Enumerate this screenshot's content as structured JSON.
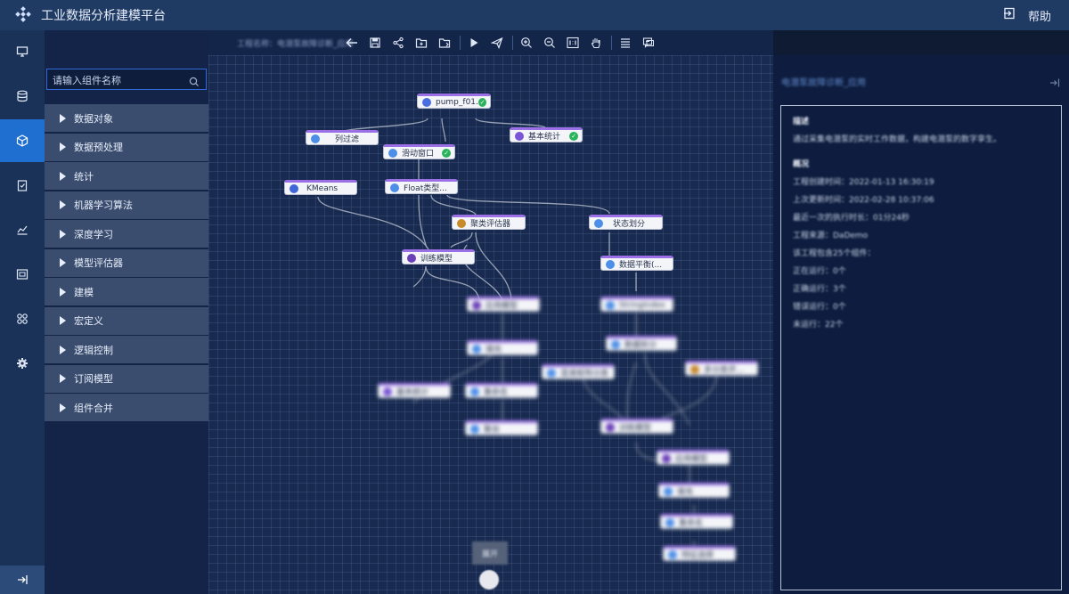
{
  "app": {
    "title": "工业数据分析建模平台",
    "help_label": "帮助"
  },
  "search": {
    "placeholder": "请输入组件名称"
  },
  "categories": [
    "数据对象",
    "数据预处理",
    "统计",
    "机器学习算法",
    "深度学习",
    "模型评估器",
    "建模",
    "宏定义",
    "逻辑控制",
    "订阅模型",
    "组件合并"
  ],
  "toolbar": {
    "project_label": "工程名称：电潜泵故障诊断_应用"
  },
  "nodes": {
    "pump": "pump_f01...",
    "col_filter": "列过滤",
    "sliding_window": "滑动窗口",
    "basic_stats": "基本统计",
    "kmeans": "KMeans",
    "float_type": "Float类型...",
    "cluster_eval": "聚类评估器",
    "state_split": "状态划分",
    "train_model": "训练模型",
    "data_balance": "数据平衡(..."
  },
  "blurred_nodes": [
    "应用模型",
    "填充",
    "基本统计",
    "重命名",
    "聚合",
    "StringIndex",
    "数据拆分",
    "混淆矩阵分类",
    "多分类评...",
    "训练模型",
    "应用模型",
    "填充",
    "重命名",
    "特征选择"
  ],
  "canvas": {
    "expand_label": "展开"
  },
  "right_panel": {
    "title": "电潜泵故障诊断_应用",
    "desc_head": "描述",
    "desc": "通过采集电潜泵的实时工作数据，构建电潜泵的数字孪生。",
    "overview_head": "概况",
    "lines": [
      "工程创建时间：2022-01-13 16:30:19",
      "上次更新时间：2022-02-28 10:37:06",
      "最近一次的执行时长：01分24秒",
      "工程来源：DaDemo",
      "该工程包含25个组件：",
      "正在运行：0个",
      "正确运行：3个",
      "错误运行：0个",
      "未运行：22个"
    ]
  },
  "colors": {
    "accent": "#1f6fd1",
    "node_stripe": "#9b6fe6",
    "ok": "#29b35a"
  }
}
